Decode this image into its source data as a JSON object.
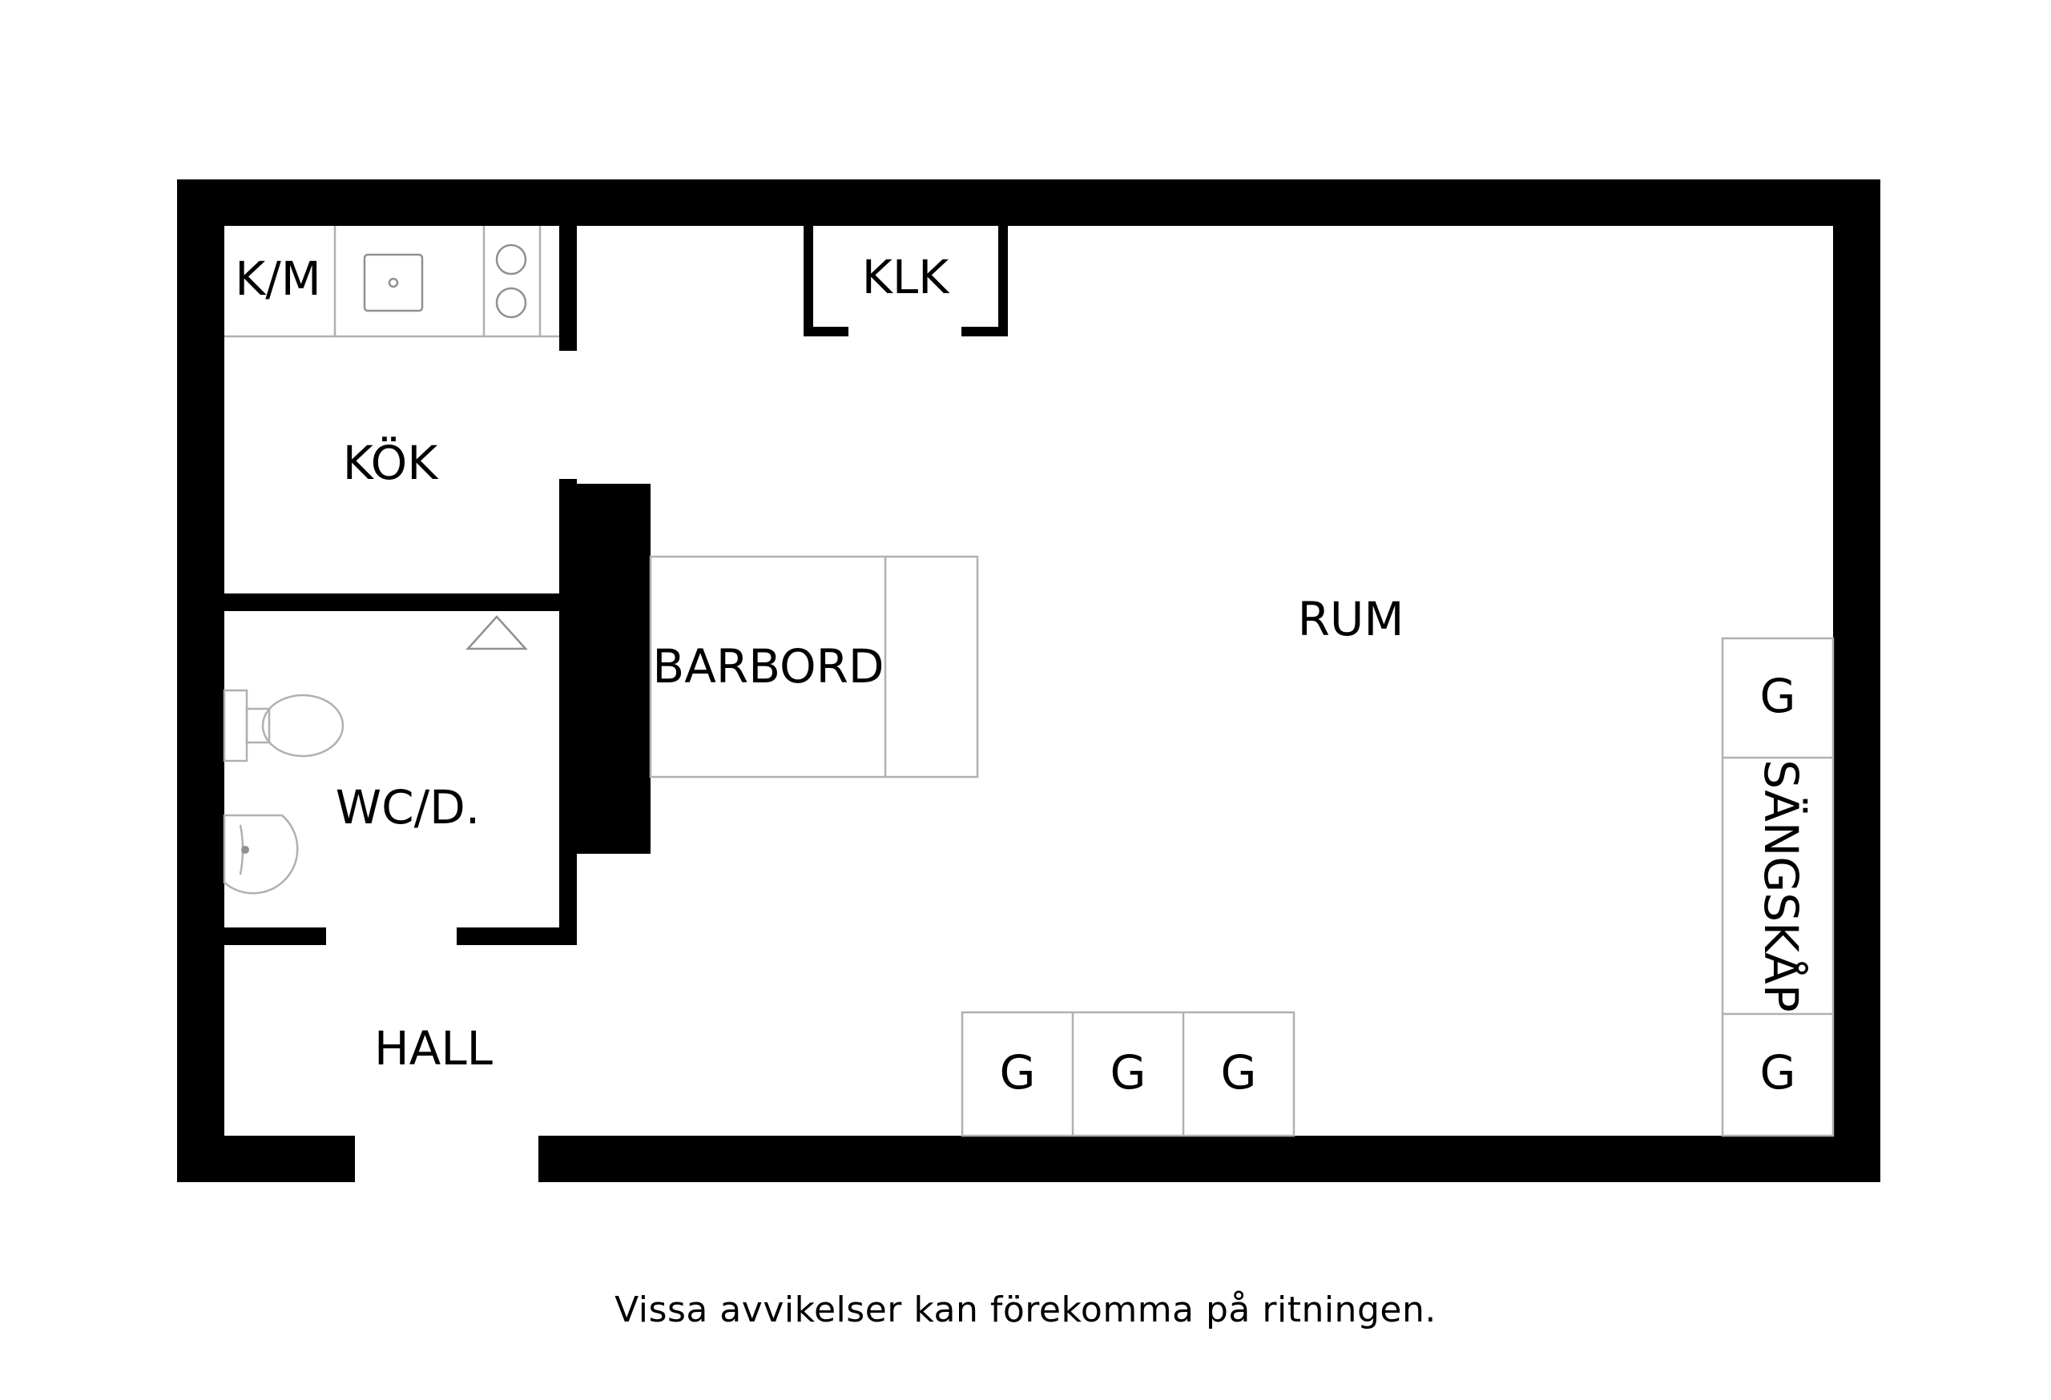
{
  "rooms": {
    "km": "K/M",
    "kok": "KÖK",
    "klk": "KLK",
    "rum": "RUM",
    "barbord": "BARBORD",
    "wcd": "WC/D.",
    "hall": "HALL",
    "sangskap": "SÄNGSKÅP"
  },
  "wardrobes": {
    "g1": "G",
    "g2": "G",
    "g3": "G",
    "g_right_top": "G",
    "g_right_bottom": "G"
  },
  "disclaimer": "Vissa avvikelser kan förekomma på ritningen."
}
